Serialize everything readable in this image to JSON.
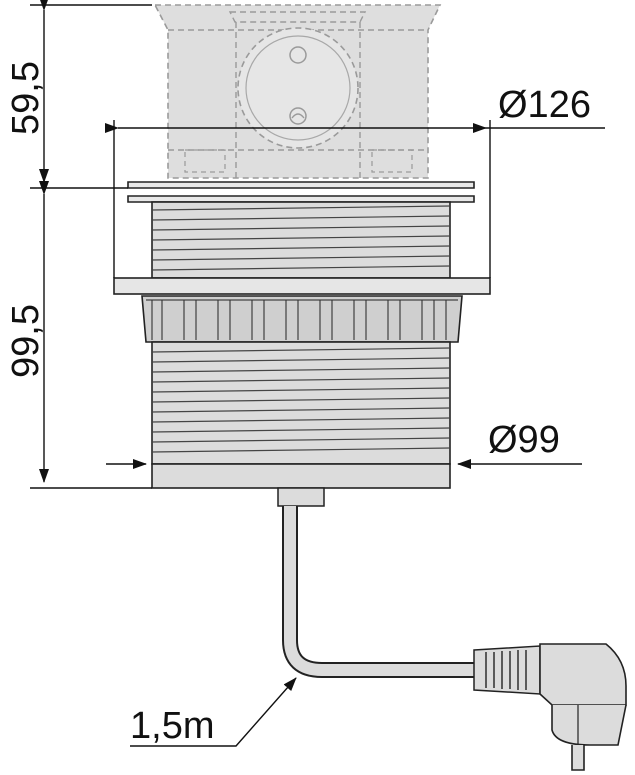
{
  "dimensions": {
    "height_top": "59,5",
    "height_body": "99,5",
    "diameter_flange": "Ø126",
    "diameter_body": "Ø99",
    "cable_length": "1,5m"
  },
  "colors": {
    "line": "#222222",
    "body_fill": "#dcdcdc",
    "socket_fill": "#dedede",
    "socket_stroke": "#9a9a9a",
    "ring_fill": "#cfcfcf"
  }
}
